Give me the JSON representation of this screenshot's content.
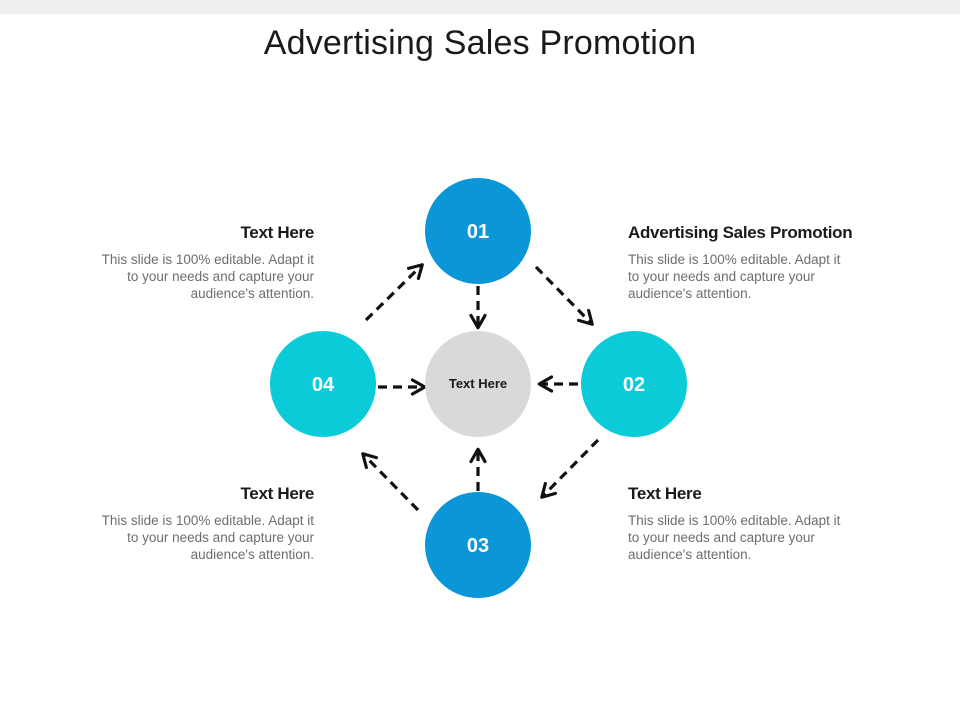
{
  "title": "Advertising Sales Promotion",
  "colors": {
    "blue": "#0a96d7",
    "cyan": "#0ccbd9",
    "center": "#d9d9d9",
    "arrow": "#111111"
  },
  "center": {
    "label": "Text Here"
  },
  "nodes": [
    {
      "id": "01",
      "color": "blue"
    },
    {
      "id": "02",
      "color": "cyan"
    },
    {
      "id": "03",
      "color": "blue"
    },
    {
      "id": "04",
      "color": "cyan"
    }
  ],
  "blocks": {
    "top_left": {
      "heading": "Text Here",
      "desc": "This slide is 100% editable. Adapt it to your needs and capture your audience's attention."
    },
    "top_right": {
      "heading": "Advertising Sales Promotion",
      "desc": "This slide is 100% editable. Adapt it to your needs and capture your audience's attention."
    },
    "bottom_left": {
      "heading": "Text Here",
      "desc": "This slide is 100% editable. Adapt it to your needs and capture your audience's attention."
    },
    "bottom_right": {
      "heading": "Text Here",
      "desc": "This slide is 100% editable. Adapt it to your needs and capture your audience's attention."
    }
  }
}
